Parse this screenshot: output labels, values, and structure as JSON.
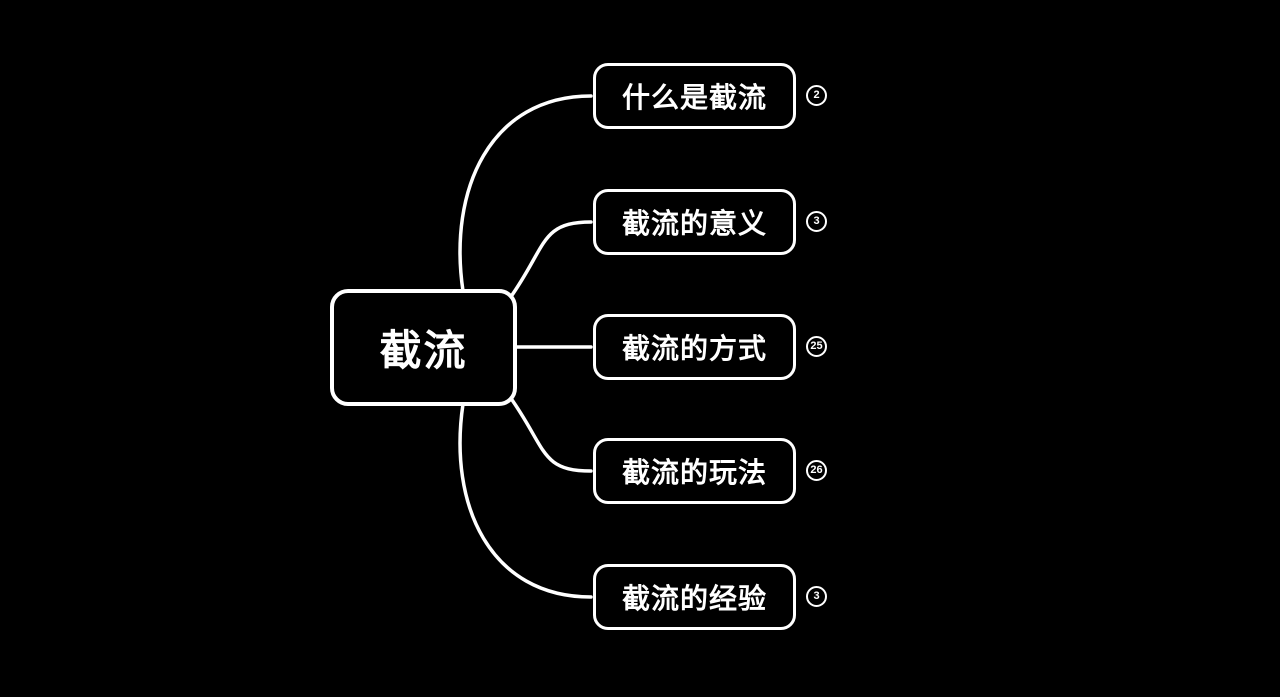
{
  "mindmap": {
    "root": {
      "label": "截流"
    },
    "children": [
      {
        "label": "什么是截流",
        "badge": "2"
      },
      {
        "label": "截流的意义",
        "badge": "3"
      },
      {
        "label": "截流的方式",
        "badge": "25"
      },
      {
        "label": "截流的玩法",
        "badge": "26"
      },
      {
        "label": "截流的经验",
        "badge": "3"
      }
    ]
  },
  "colors": {
    "background": "#000000",
    "node_fill": "#000000",
    "node_border": "#ffffff",
    "text": "#ffffff",
    "connector": "#ffffff"
  }
}
